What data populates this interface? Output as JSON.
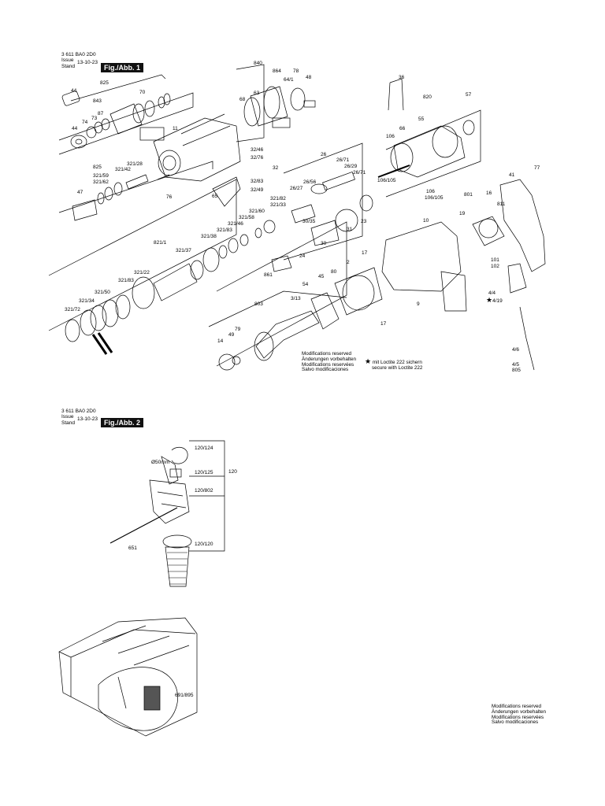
{
  "fig1": {
    "part_code": "3 611 BA0 2D0",
    "issue_label_line1": "Issue",
    "issue_label_line2": "Stand",
    "issue_date": "13-10-23",
    "figure_tag": "Fig./Abb. 1",
    "labels": [
      "840",
      "864",
      "78",
      "48",
      "64/1",
      "825",
      "44",
      "843",
      "70",
      "87",
      "73",
      "74",
      "68",
      "63",
      "44",
      "11",
      "36",
      "820",
      "57",
      "106",
      "66",
      "55",
      "32/46",
      "32/76",
      "32",
      "825",
      "321/28",
      "321/42",
      "321/59",
      "321/62",
      "47",
      "76",
      "65",
      "32/83",
      "32/49",
      "26",
      "26/71",
      "26/29",
      "26/71",
      "26/56",
      "26/27",
      "106/105",
      "106",
      "106/105",
      "41",
      "77",
      "16",
      "811",
      "801",
      "19",
      "10",
      "321/82",
      "321/33",
      "321/60",
      "321/58",
      "321/46",
      "321/83",
      "321/38",
      "321/37",
      "821/1",
      "321/22",
      "321/83",
      "321/50",
      "321/34",
      "321/72",
      "30/35",
      "31",
      "23",
      "30",
      "24",
      "861",
      "17",
      "2",
      "80",
      "54",
      "45",
      "803",
      "3/13",
      "79",
      "49",
      "14",
      "17",
      "9",
      "101",
      "102",
      "4/4",
      "4/19",
      "4/6",
      "4/5",
      "805"
    ],
    "modifications": [
      "Modifications reserved",
      "Änderungen vorbehalten",
      "Modifications reservées",
      "Salvo modificaciones"
    ],
    "loctite_note": [
      "mit Loctite 222 sichern",
      "secure with Loctite 222"
    ]
  },
  "fig2": {
    "part_code": "3 611 BA0 2D0",
    "issue_label_line1": "Issue",
    "issue_label_line2": "Stand",
    "issue_date": "13-10-23",
    "figure_tag": "Fig./Abb. 2",
    "labels": [
      "120/124",
      "Ø50mm",
      "120/125",
      "120",
      "120/802",
      "651",
      "120/120",
      "691/895"
    ],
    "modifications": [
      "Modifications reserved",
      "Änderungen vorbehalten",
      "Modifications reservées",
      "Salvo modificaciones"
    ]
  }
}
